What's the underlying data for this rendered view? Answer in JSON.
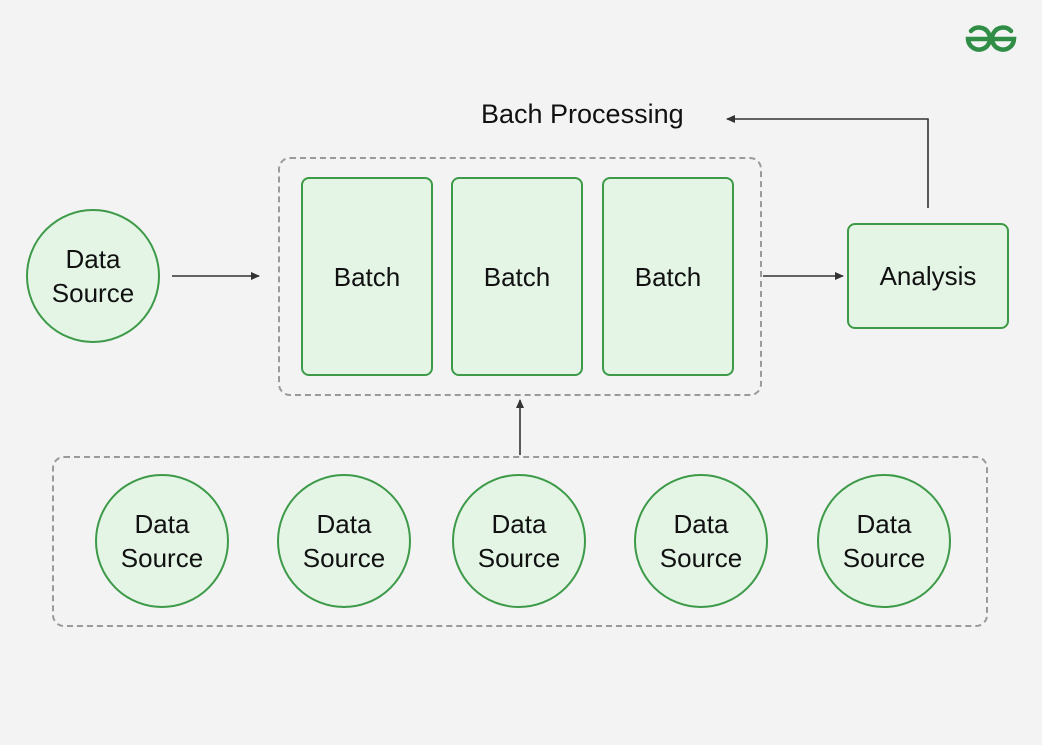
{
  "title": "Bach Processing",
  "logo": {
    "icon": "geeksforgeeks-logo-icon",
    "color": "#2f8d46"
  },
  "main_source": {
    "label": "Data\nSource"
  },
  "batches": [
    {
      "label": "Batch"
    },
    {
      "label": "Batch"
    },
    {
      "label": "Batch"
    }
  ],
  "analysis": {
    "label": "Analysis"
  },
  "bottom_sources": [
    {
      "label": "Data\nSource"
    },
    {
      "label": "Data\nSource"
    },
    {
      "label": "Data\nSource"
    },
    {
      "label": "Data\nSource"
    },
    {
      "label": "Data\nSource"
    }
  ],
  "colors": {
    "node_fill": "#e4f5e6",
    "node_border": "#3d9a48",
    "dashed_border": "#9a9a9a",
    "arrow": "#333333",
    "background": "#f3f3f3"
  }
}
